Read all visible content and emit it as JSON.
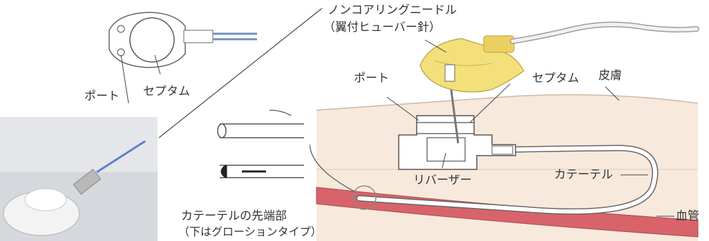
{
  "labels": {
    "needle_name": "ノンコアリングニードル",
    "needle_sub": "（翼付ヒューバー針）",
    "top_port": "ポート",
    "top_septum": "セプタム",
    "port": "ポート",
    "septum": "セプタム",
    "skin": "皮膚",
    "reservoir": "リバーザー",
    "catheter": "カテーテル",
    "vessel": "血管",
    "tip": "カテーテルの先端部",
    "tip_sub": "（下はグローションタイプ）"
  },
  "colors": {
    "skin": "#f7e9dc",
    "vessel": "#d9636a",
    "needle": "#f4e07a",
    "line": "#444444"
  }
}
